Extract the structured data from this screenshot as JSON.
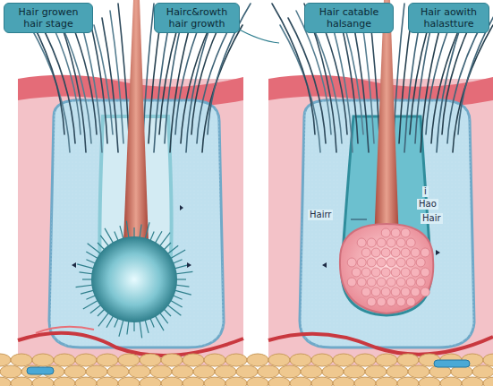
{
  "diagram": {
    "nodes": [
      {
        "text": [
          "Hair growen hair stage"
        ]
      },
      {
        "text": [
          "Hairc&rowth hair growth"
        ]
      },
      {
        "text": [
          "Hair catable halsange"
        ]
      },
      {
        "text": [
          "Hair aowith halastture"
        ]
      }
    ],
    "labels": [
      "Hairr",
      "i",
      "Hao",
      "Hair"
    ]
  }
}
